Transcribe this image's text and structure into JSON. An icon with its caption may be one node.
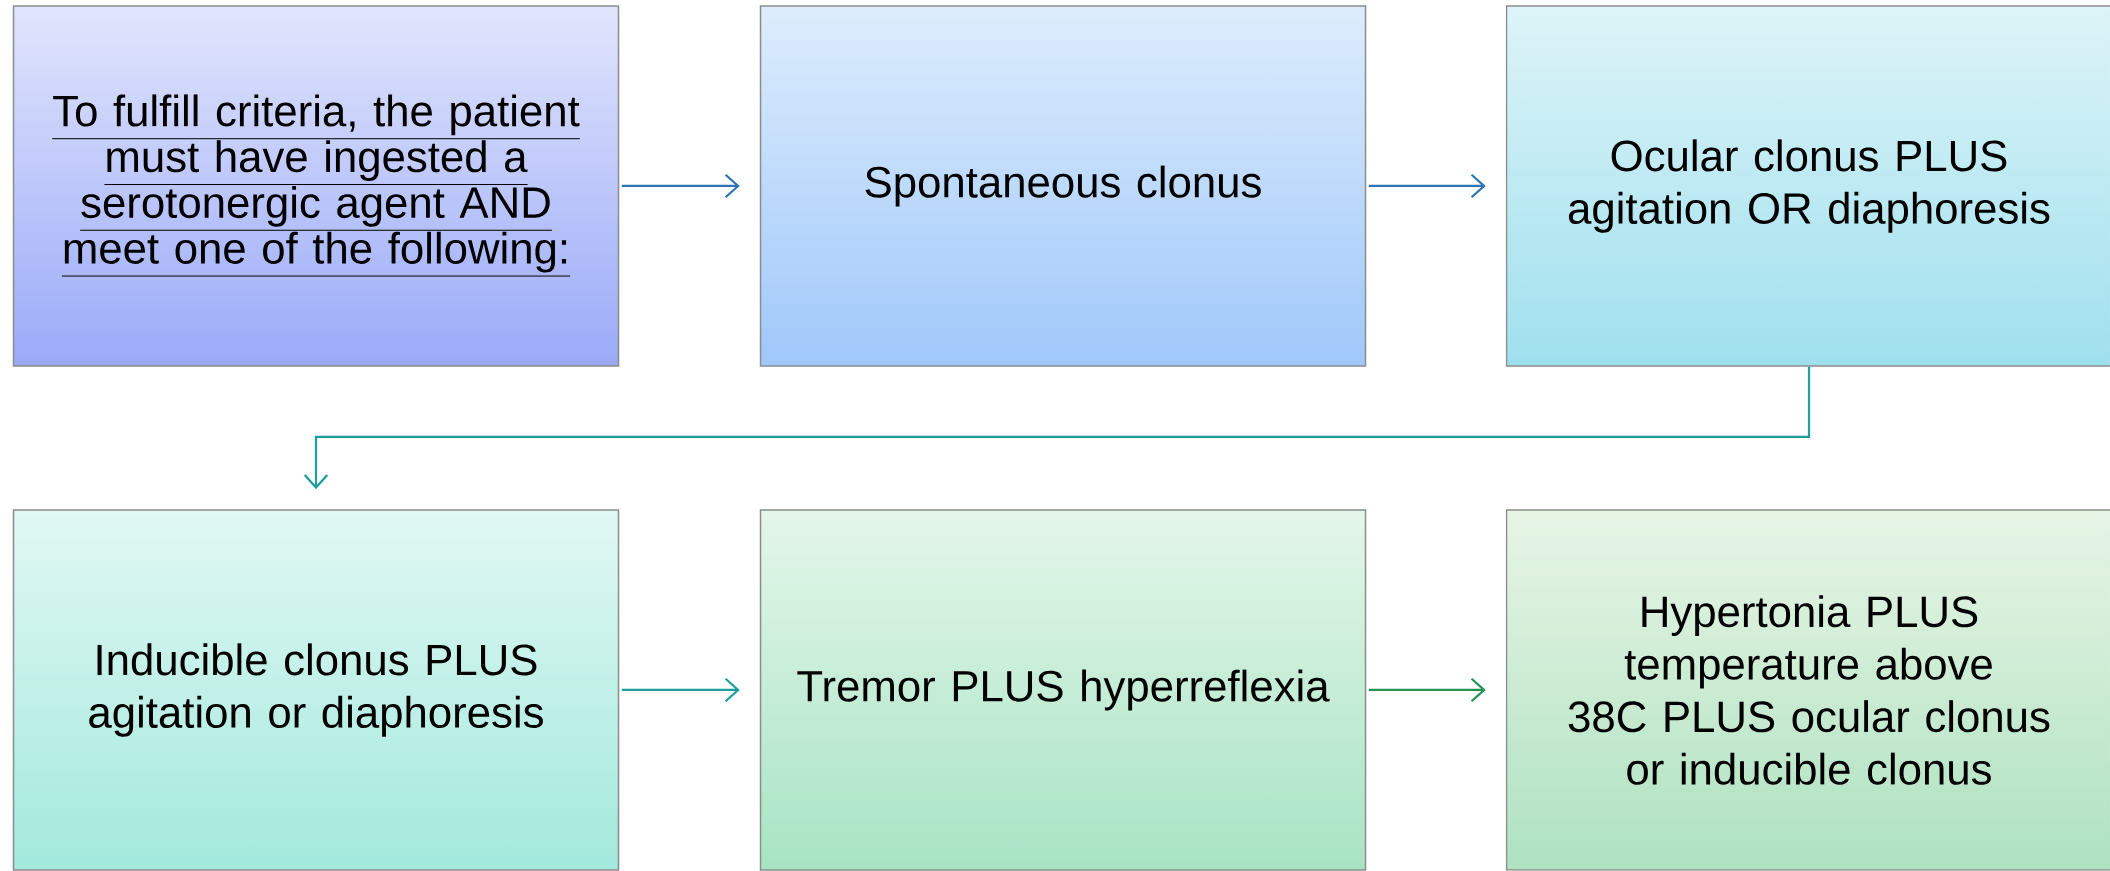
{
  "diagram": {
    "nodes": [
      {
        "text": [
          "To fulfill criteria, the patient must have ingested a serotonergic agent AND meet one of the following:"
        ]
      },
      {
        "text": [
          "Spontaneous clonus"
        ]
      },
      {
        "text": [
          "Ocular clonus PLUS agitation OR diaphoresis"
        ]
      },
      {
        "text": [
          "Inducible clonus PLUS agitation or diaphoresis"
        ]
      },
      {
        "text": [
          "Tremor PLUS hyperreflexia"
        ]
      },
      {
        "text": [
          "Hypertonia PLUS temperature above 38C PLUS ocular clonus or inducible clonus"
        ]
      }
    ],
    "edges": [
      {
        "from": 0,
        "to": 1,
        "arrow": "to",
        "color": "#2e75b6"
      },
      {
        "from": 1,
        "to": 2,
        "arrow": "to",
        "color": "#2e75b6"
      },
      {
        "from": 2,
        "to": 3,
        "arrow": "to",
        "color": "#1f9e9e"
      },
      {
        "from": 3,
        "to": 4,
        "arrow": "to",
        "color": "#1f9e9e"
      },
      {
        "from": 4,
        "to": 5,
        "arrow": "to",
        "color": "#23924f"
      }
    ]
  }
}
